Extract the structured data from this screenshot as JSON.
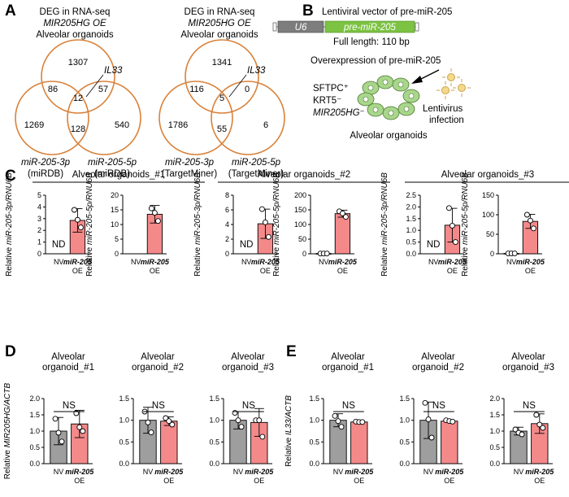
{
  "panels": {
    "A": "A",
    "B": "B",
    "C": "C",
    "D": "D",
    "E": "E"
  },
  "colors": {
    "venn": "#d9823b",
    "gray_bar": "#9e9e9e",
    "red_bar": "#f4898a",
    "u6_box": "#7d7d7d",
    "mir_box": "#7cc243",
    "organoid": "#a8d68b"
  },
  "venn": [
    {
      "title": [
        "DEG in RNA-seq",
        "MIR205HG OE",
        "Alveolar organoids"
      ],
      "callout": "IL33",
      "left_label": [
        "miR-205-3p",
        "(miRDB)"
      ],
      "right_label": [
        "miR-205-5p",
        "(miRDB)"
      ],
      "counts": {
        "top_only": "1307",
        "top_left": "86",
        "top_right": "57",
        "center": "12",
        "left_only": "1269",
        "left_right": "128",
        "right_only": "540"
      }
    },
    {
      "title": [
        "DEG in RNA-seq",
        "MIR205HG OE",
        "Alveolar organoids"
      ],
      "callout": "IL33",
      "left_label": [
        "miR-205-3p",
        "(TargetMiner)"
      ],
      "right_label": [
        "miR-205-5p",
        "(TargetMiner)"
      ],
      "counts": {
        "top_only": "1341",
        "top_left": "116",
        "top_right": "0",
        "center": "5",
        "left_only": "1786",
        "left_right": "55",
        "right_only": "6"
      }
    }
  ],
  "schematic": {
    "vector_title": "Lentiviral vector of pre-miR-205",
    "u6": "U6",
    "premir": "pre-miR-205",
    "length": "Full length: 110 bp",
    "oe_title": "Overexpression of pre-miR-205",
    "markers": [
      "SFTPC⁺",
      "KRT5⁻",
      "MIR205HG⁻"
    ],
    "lenti": [
      "Lentivirus",
      "infection"
    ],
    "organoid_label": "Alveolar organoids"
  },
  "groups_C": [
    "Alveolar organoids_#1",
    "Alveolar organoids_#2",
    "Alveolar organoids_#3"
  ],
  "category_labels": {
    "nv": "NV",
    "oe_top": "miR-205",
    "oe_bottom": "OE"
  },
  "annotations": {
    "nd": "ND",
    "ns": "NS"
  },
  "chart_data": [
    {
      "panel": "C",
      "type": "bar",
      "ylabel": "Relative miR-205-3p/RNU6B",
      "ylim": [
        0,
        5
      ],
      "yticks": [
        0,
        1,
        2,
        3,
        4,
        5
      ],
      "categories": [
        "NV",
        "miR-205 OE"
      ],
      "values": [
        0,
        2.85
      ],
      "errors": [
        0,
        1.0
      ],
      "points": [
        [],
        [
          3.75,
          2.9,
          2.25
        ]
      ],
      "nd": true
    },
    {
      "panel": "C",
      "type": "bar",
      "ylabel": "Relative miR-205-5p/RNU6B",
      "ylim": [
        0,
        20
      ],
      "yticks": [
        0,
        5,
        10,
        15,
        20
      ],
      "categories": [
        "NV",
        "miR-205 OE"
      ],
      "values": [
        0,
        13.5
      ],
      "errors": [
        0,
        3.0
      ],
      "points": [
        [],
        [
          15.5,
          14.0,
          11.2
        ]
      ],
      "nd": false
    },
    {
      "panel": "C",
      "type": "bar",
      "ylabel": "Relative miR-205-3p/RNU6B",
      "ylim": [
        0,
        8
      ],
      "yticks": [
        0,
        2,
        4,
        6,
        8
      ],
      "categories": [
        "NV",
        "miR-205 OE"
      ],
      "values": [
        0,
        4.1
      ],
      "errors": [
        0,
        2.0
      ],
      "points": [
        [],
        [
          6.1,
          4.3,
          2.3
        ]
      ],
      "nd": true
    },
    {
      "panel": "C",
      "type": "bar",
      "ylabel": "Relative miR-205-5p/RNU6B",
      "ylim": [
        0,
        200
      ],
      "yticks": [
        0,
        50,
        100,
        150,
        200
      ],
      "categories": [
        "NV",
        "miR-205 OE"
      ],
      "values": [
        1,
        137
      ],
      "errors": [
        0.5,
        12
      ],
      "points": [
        [
          1,
          1,
          1
        ],
        [
          145,
          138,
          126
        ]
      ],
      "nd": false
    },
    {
      "panel": "C",
      "type": "bar",
      "ylabel": "Relative miR-205-3p/RNU6B",
      "ylim": [
        0,
        2.5
      ],
      "yticks": [
        0,
        0.5,
        1.0,
        1.5,
        2.0,
        2.5
      ],
      "categories": [
        "NV",
        "miR-205 OE"
      ],
      "values": [
        0,
        1.22
      ],
      "errors": [
        0,
        0.72
      ],
      "points": [
        [],
        [
          1.95,
          1.2,
          0.5
        ]
      ],
      "nd": true
    },
    {
      "panel": "C",
      "type": "bar",
      "ylabel": "Relative miR-205-5p/RNU6B",
      "ylim": [
        0,
        150
      ],
      "yticks": [
        0,
        50,
        100,
        150
      ],
      "categories": [
        "NV",
        "miR-205 OE"
      ],
      "values": [
        1,
        83
      ],
      "errors": [
        0.5,
        18
      ],
      "points": [
        [
          1,
          1,
          1
        ],
        [
          100,
          85,
          65
        ]
      ],
      "nd": false
    },
    {
      "panel": "D",
      "type": "bar",
      "title": [
        "Alveolar",
        "organoid_#1"
      ],
      "ylabel": "Relative MIR205HG/ACTB",
      "ylim": [
        0,
        2.0
      ],
      "yticks": [
        0,
        0.5,
        1.0,
        1.5,
        2.0
      ],
      "categories": [
        "NV",
        "miR-205 OE"
      ],
      "values": [
        1.0,
        1.22
      ],
      "errors": [
        0.42,
        0.42
      ],
      "points": [
        [
          1.38,
          0.95,
          0.68
        ],
        [
          1.55,
          1.12,
          1.0
        ]
      ],
      "ns": true
    },
    {
      "panel": "D",
      "type": "bar",
      "title": [
        "Alveolar",
        "organoid_#2"
      ],
      "ylim": [
        0,
        1.5
      ],
      "yticks": [
        0,
        0.5,
        1.0,
        1.5
      ],
      "categories": [
        "NV",
        "miR-205 OE"
      ],
      "values": [
        1.0,
        0.98
      ],
      "errors": [
        0.3,
        0.1
      ],
      "points": [
        [
          1.2,
          0.95,
          0.72
        ],
        [
          1.05,
          0.98,
          0.9
        ]
      ],
      "ns": true
    },
    {
      "panel": "D",
      "type": "bar",
      "title": [
        "Alveolar",
        "organoid_#3"
      ],
      "ylim": [
        0,
        1.5
      ],
      "yticks": [
        0,
        0.5,
        1.0,
        1.5
      ],
      "categories": [
        "NV",
        "miR-205 OE"
      ],
      "values": [
        1.0,
        0.95
      ],
      "errors": [
        0.2,
        0.32
      ],
      "points": [
        [
          1.17,
          1.0,
          0.85
        ],
        [
          1.0,
          1.0,
          0.62
        ]
      ],
      "ns": true
    },
    {
      "panel": "E",
      "type": "bar",
      "title": [
        "Alveolar",
        "organoid_#1"
      ],
      "ylabel": "Relative IL33/ACTB",
      "ylim": [
        0,
        1.5
      ],
      "yticks": [
        0,
        0.5,
        1.0,
        1.5
      ],
      "categories": [
        "NV",
        "miR-205 OE"
      ],
      "values": [
        1.0,
        0.96
      ],
      "errors": [
        0.15,
        0.02
      ],
      "points": [
        [
          1.1,
          0.98,
          0.85
        ],
        [
          0.97,
          0.96,
          0.96
        ]
      ],
      "ns": true
    },
    {
      "panel": "E",
      "type": "bar",
      "title": [
        "Alveolar",
        "organoid_#2"
      ],
      "ylim": [
        0,
        1.5
      ],
      "yticks": [
        0,
        0.5,
        1.0,
        1.5
      ],
      "categories": [
        "NV",
        "miR-205 OE"
      ],
      "values": [
        1.0,
        0.98
      ],
      "errors": [
        0.42,
        0.02
      ],
      "points": [
        [
          1.4,
          1.02,
          0.6
        ],
        [
          1.0,
          0.98,
          0.97
        ]
      ],
      "ns": true
    },
    {
      "panel": "E",
      "type": "bar",
      "title": [
        "Alveolar",
        "organoid_#3"
      ],
      "ylim": [
        0,
        2.0
      ],
      "yticks": [
        0,
        0.5,
        1.0,
        1.5,
        2.0
      ],
      "categories": [
        "NV",
        "miR-205 OE"
      ],
      "values": [
        1.0,
        1.23
      ],
      "errors": [
        0.12,
        0.3
      ],
      "points": [
        [
          1.05,
          0.95,
          0.9
        ],
        [
          1.5,
          1.2,
          1.1
        ]
      ],
      "ns": true
    }
  ]
}
